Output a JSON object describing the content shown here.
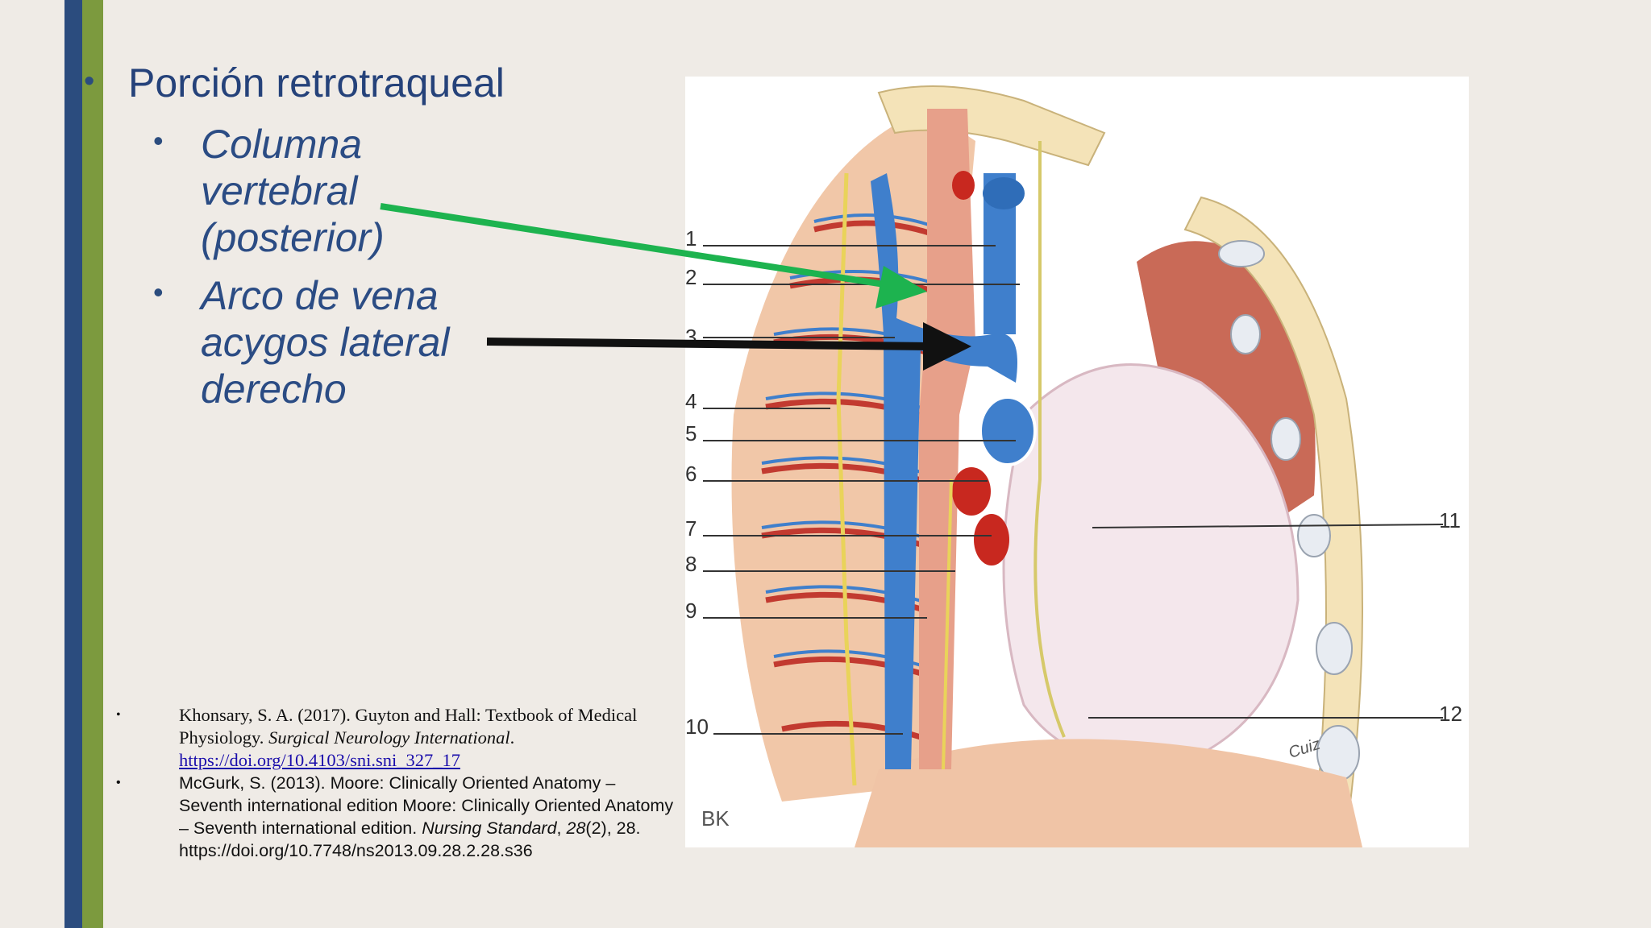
{
  "slide": {
    "heading": "Porción retrotraqueal",
    "sub_items": [
      {
        "lines": [
          "Columna",
          "vertebral",
          "(posterior)"
        ]
      },
      {
        "lines": [
          "Arco de vena",
          "acygos lateral",
          "derecho"
        ]
      }
    ]
  },
  "figure": {
    "labels": [
      "1",
      "2",
      "3",
      "4",
      "5",
      "6",
      "7",
      "8",
      "9",
      "10",
      "11",
      "12"
    ],
    "signature": "Cuiz",
    "corner_mark": "BK"
  },
  "arrows": {
    "green_color": "#1db34f",
    "black_color": "#111111"
  },
  "references": [
    {
      "text_before": "Khonsary, S. A. (2017). Guyton and Hall: Textbook of Medical Physiology. ",
      "italic": "Surgical Neurology International",
      "text_after": ".",
      "link": "https://doi.org/10.4103/sni.sni_327_17"
    },
    {
      "text_before": "McGurk, S. (2013). Moore: Clinically Oriented Anatomy – Seventh international edition Moore: Clinically Oriented Anatomy – Seventh international edition. ",
      "italic": "Nursing Standard",
      "mid": ", ",
      "italic2": "28",
      "text_after": "(2), 28.",
      "doi": "https://doi.org/10.7748/ns2013.09.28.2.28.s36"
    }
  ]
}
